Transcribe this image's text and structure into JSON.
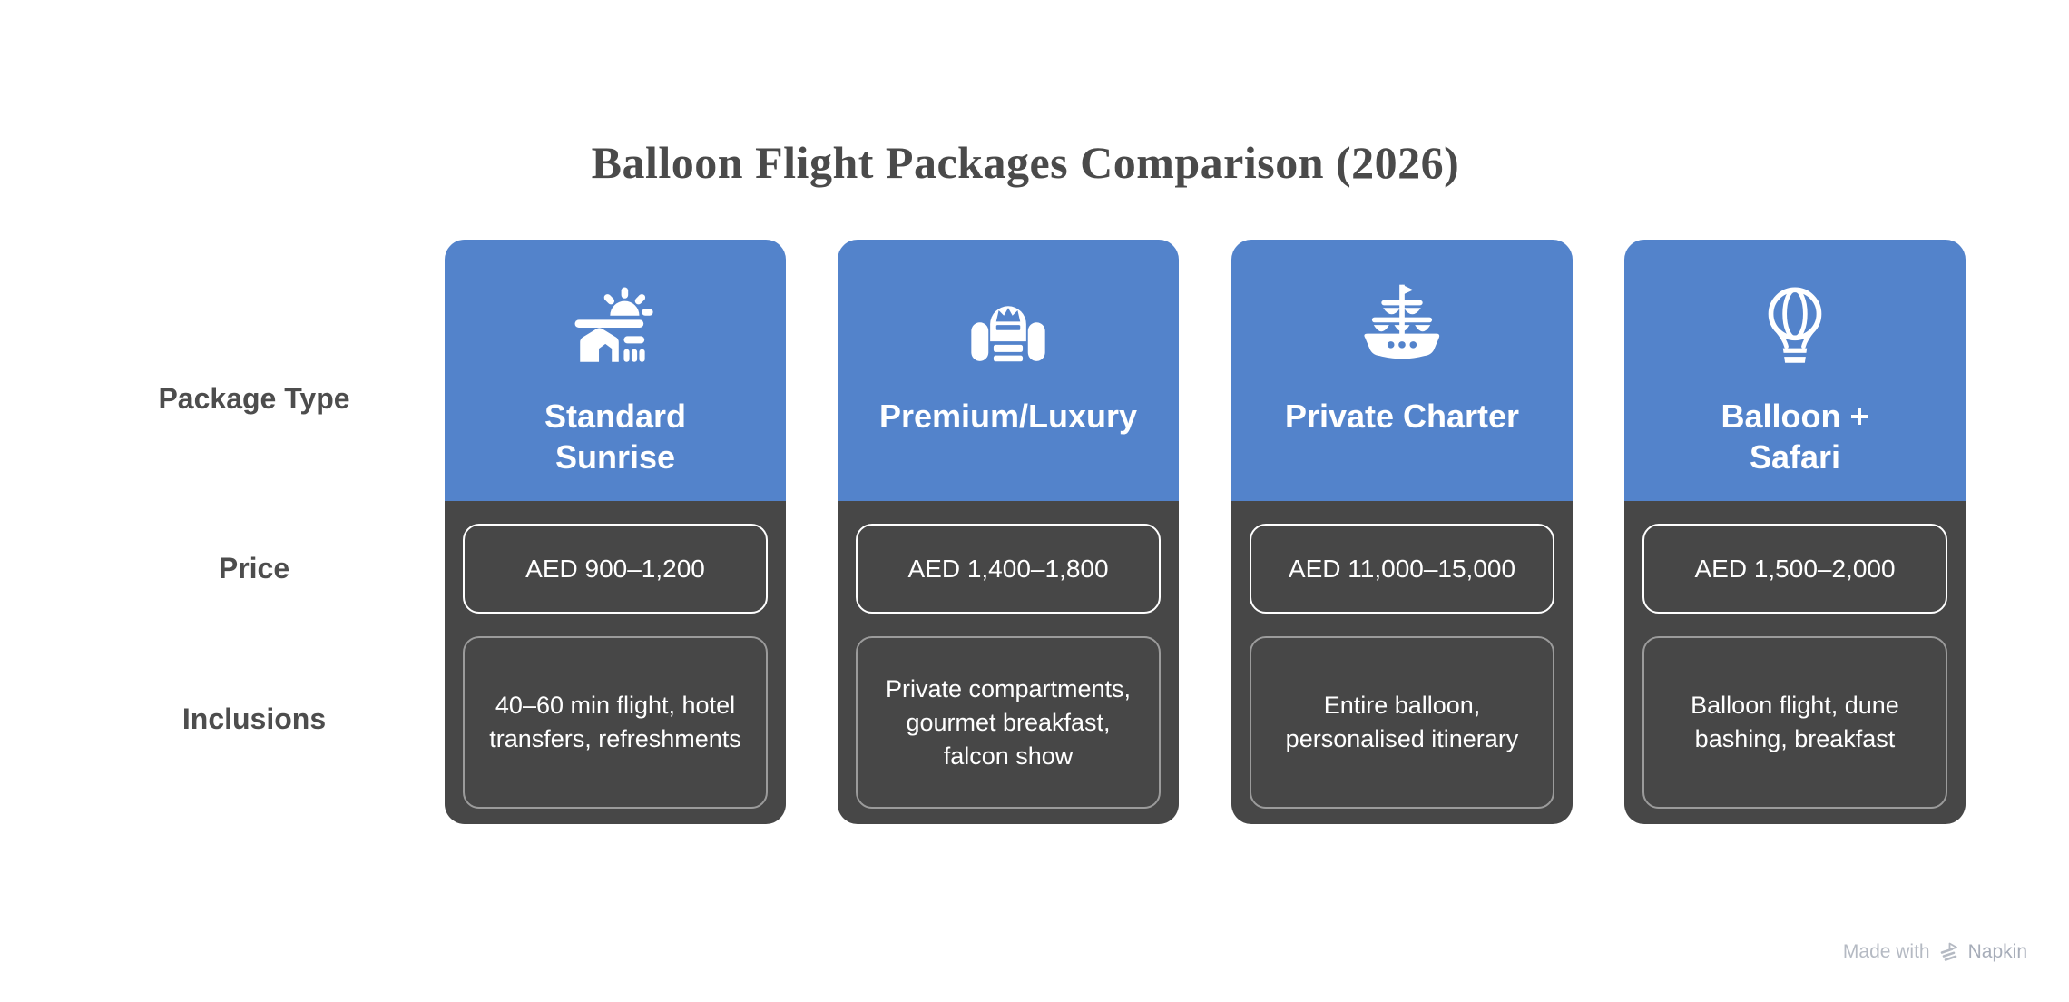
{
  "title": "Balloon Flight Packages Comparison (2026)",
  "row_labels": {
    "package_type": "Package Type",
    "price": "Price",
    "inclusions": "Inclusions"
  },
  "packages": [
    {
      "icon": "sunrise-camp-icon",
      "name": "Standard\nSunrise",
      "price": "AED 900–1,200",
      "inclusions": "40–60 min flight, hotel transfers, refreshments"
    },
    {
      "icon": "throne-crown-icon",
      "name": "Premium/Luxury",
      "price": "AED 1,400–1,800",
      "inclusions": "Private compartments, gourmet breakfast, falcon show"
    },
    {
      "icon": "galleon-ship-icon",
      "name": "Private Charter",
      "price": "AED 11,000–15,000",
      "inclusions": "Entire balloon, personalised itinerary"
    },
    {
      "icon": "hot-air-balloon-icon",
      "name": "Balloon +\nSafari",
      "price": "AED 1,500–2,000",
      "inclusions": "Balloon flight, dune bashing, breakfast"
    }
  ],
  "footer": {
    "made_with": "Made with",
    "brand": "Napkin"
  },
  "colors": {
    "header_blue": "#5383CB",
    "body_dark": "#474747",
    "title_color": "#4A4A4A",
    "row_label_color": "#4D4D4D",
    "price_border": "#FFFFFF",
    "inclusions_border": "#9B9B9B",
    "watermark_color": "#B5BAC3"
  }
}
